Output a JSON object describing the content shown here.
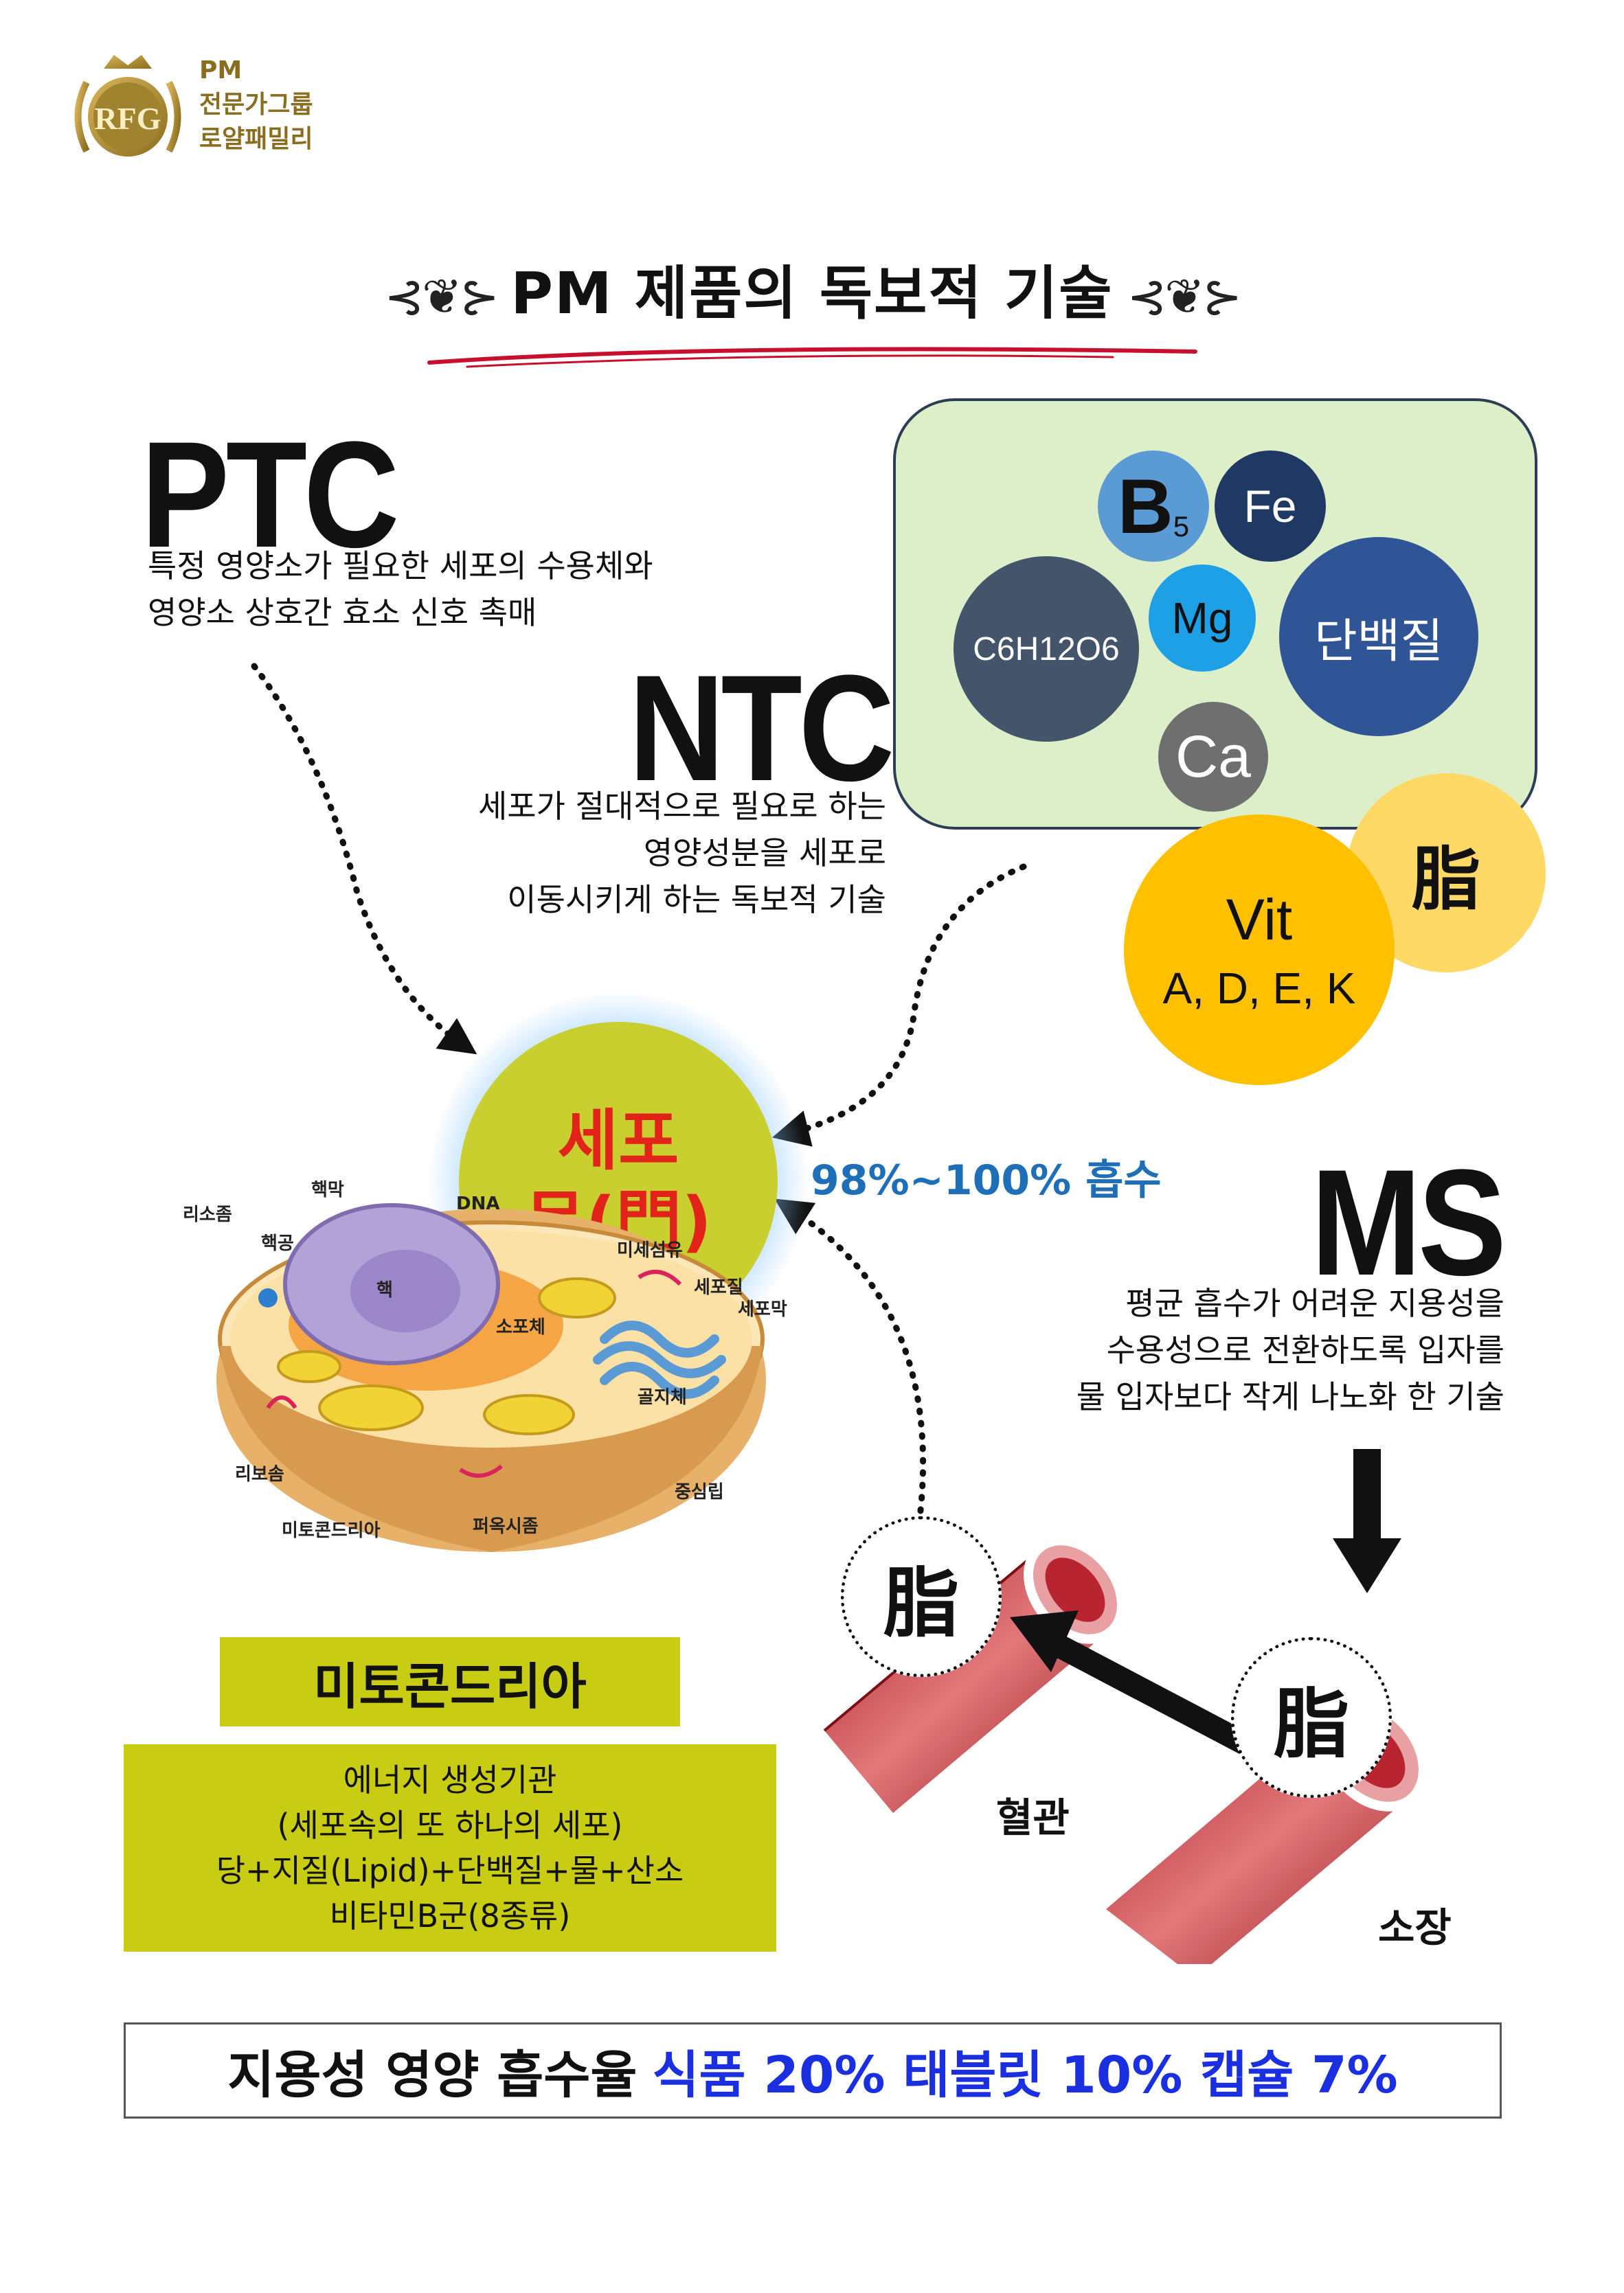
{
  "logo": {
    "badge_text": "RFG",
    "line1": "PM",
    "line2": "전문가그룹",
    "line3": "로얄패밀리",
    "color": "#8a6d1e"
  },
  "title": {
    "text": "PM 제품의 독보적 기술",
    "ornament_left": "⊰❦⊱",
    "ornament_right": "⊰❦⊱"
  },
  "ptc": {
    "acronym": "PTC",
    "desc_line1": "특정 영양소가 필요한 세포의 수용체와",
    "desc_line2": "영양소 상호간 효소 신호 촉매"
  },
  "ntc": {
    "acronym": "NTC",
    "desc_line1": "세포가 절대적으로 필요로 하는",
    "desc_line2": "영양성분을 세포로",
    "desc_line3": "이동시키게 하는 독보적 기술"
  },
  "ms": {
    "acronym": "MS",
    "desc_line1": "평균 흡수가 어려운 지용성을",
    "desc_line2": "수용성으로 전환하도록 입자를",
    "desc_line3": "물 입자보다 작게 나노화 한 기술"
  },
  "nutrients": {
    "b5": "B",
    "b5_sub": "5",
    "fe": "Fe",
    "glucose": "C6H12O6",
    "mg": "Mg",
    "protein": "단백질",
    "ca": "Ca",
    "fat": "脂",
    "vit_title": "Vit",
    "vit_list": "A, D, E, K",
    "colors": {
      "b5": "#5b9bd5",
      "fe": "#203864",
      "glucose": "#44546a",
      "mg": "#1ea0e6",
      "protein": "#2f5597",
      "ca": "#6f6f6f",
      "fat": "#ffd966",
      "vit": "#ffc000"
    }
  },
  "cell_door": {
    "line1": "세포",
    "line2": "문(門)",
    "absorption": "98%~100% 흡수"
  },
  "cell_labels": {
    "nuclear_membrane": "핵막",
    "lysosome": "리소좀",
    "dna": "DNA",
    "nucleolus": "핵공",
    "microfilament": "미세섬유",
    "nucleus": "핵",
    "cytoplasm": "세포질",
    "er": "소포체",
    "cell_membrane": "세포막",
    "golgi": "골지체",
    "ribosome": "리보솜",
    "centriole": "중심립",
    "mitochondria": "미토콘드리아",
    "peroxisome": "퍼옥시좀"
  },
  "mito": {
    "title": "미토콘드리아",
    "line1": "에너지 생성기관",
    "line2": "(세포속의 또 하나의 세포)",
    "line3": "당+지질(Lipid)+단백질+물+산소",
    "line4": "비타민B군(8종류)"
  },
  "vessels": {
    "fat_char": "脂",
    "blood_vessel": "혈관",
    "small_intestine": "소장"
  },
  "bottom": {
    "prefix": "지용성 영양 흡수율",
    "highlight": "식품 20% 태블릿 10% 캡슐 7%",
    "highlight_color": "#1a2fe0"
  }
}
